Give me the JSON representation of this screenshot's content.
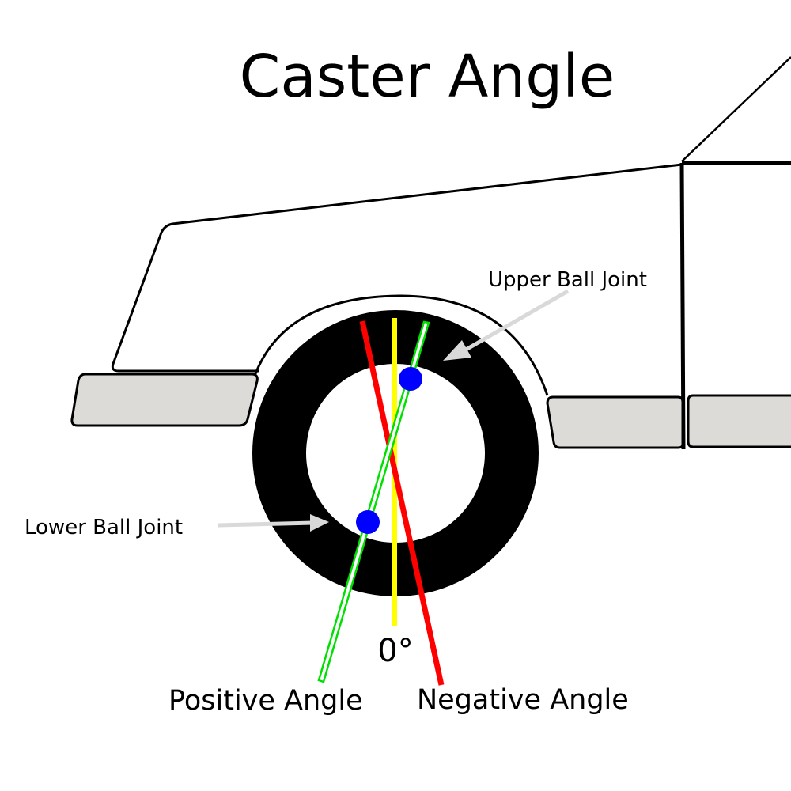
{
  "title": "Caster Angle",
  "labels": {
    "upper_ball_joint": "Upper Ball Joint",
    "lower_ball_joint": "Lower Ball Joint",
    "zero_degree": "0°",
    "positive_angle": "Positive Angle",
    "negative_angle": "Negative Angle"
  },
  "colors": {
    "background": "#ffffff",
    "outline": "#000000",
    "panel_fill": "#dcdbd8",
    "tire": "#000000",
    "ball_joint": "#0000ff",
    "zero_line": "#ffff00",
    "negative_line": "#ff0000",
    "positive_line": "#00e000",
    "arrow": "#d9d9d9"
  }
}
